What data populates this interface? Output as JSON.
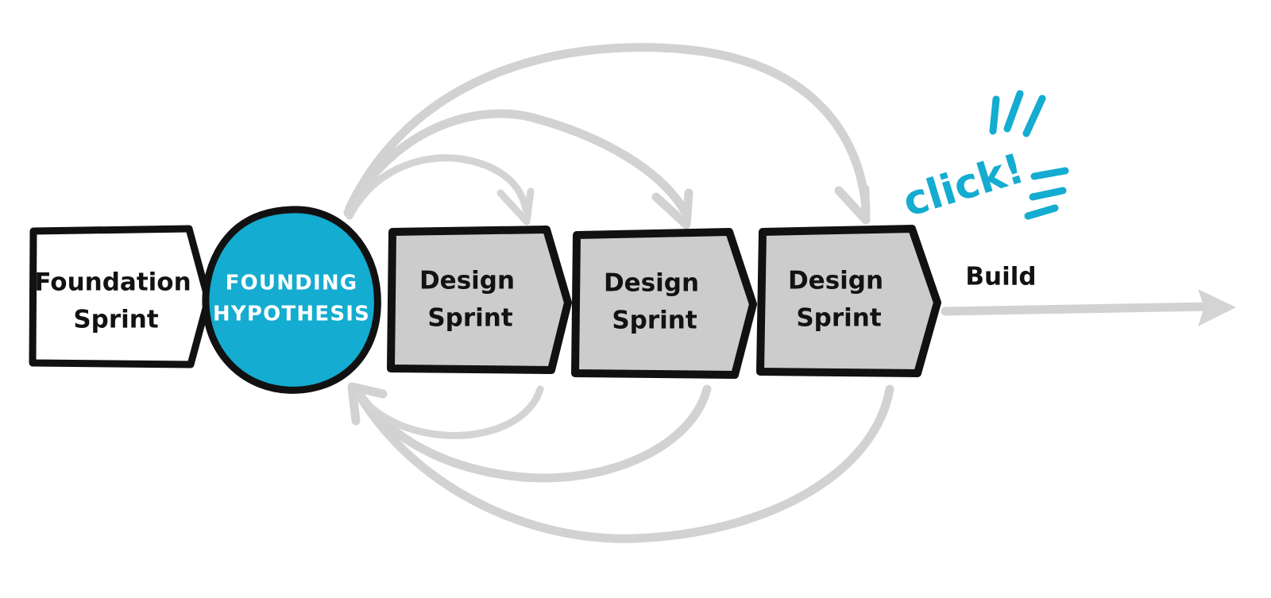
{
  "diagram": {
    "title": "Foundation Sprint to Design Sprint loop",
    "background_color": "#ffffff",
    "accent_color": "#14ACD0",
    "ink_color": "#111111",
    "box_fill_color": "#CCCCCC",
    "arrow_gray_color": "#D4D4D4"
  },
  "nodes": {
    "foundation_sprint": {
      "line1": "Foundation",
      "line2": "Sprint",
      "shape": "chevron-box",
      "fill": "#ffffff"
    },
    "founding_hypothesis": {
      "line1": "FOUNDING",
      "line2": "HYPOTHESIS",
      "shape": "circle",
      "fill": "#14ACD0"
    },
    "design_sprint_1": {
      "line1": "Design",
      "line2": "Sprint",
      "shape": "chevron-box",
      "fill": "#CCCCCC"
    },
    "design_sprint_2": {
      "line1": "Design",
      "line2": "Sprint",
      "shape": "chevron-box",
      "fill": "#CCCCCC"
    },
    "design_sprint_3": {
      "line1": "Design",
      "line2": "Sprint",
      "shape": "chevron-box",
      "fill": "#CCCCCC"
    }
  },
  "annotations": {
    "click": "click!",
    "build": "Build"
  },
  "flow": {
    "forward_arcs": 3,
    "return_arcs": 3,
    "forward_source": "founding_hypothesis",
    "forward_targets": [
      "design_sprint_1",
      "design_sprint_2",
      "design_sprint_3"
    ],
    "return_target": "founding_hypothesis",
    "terminal_arrow": "build"
  }
}
